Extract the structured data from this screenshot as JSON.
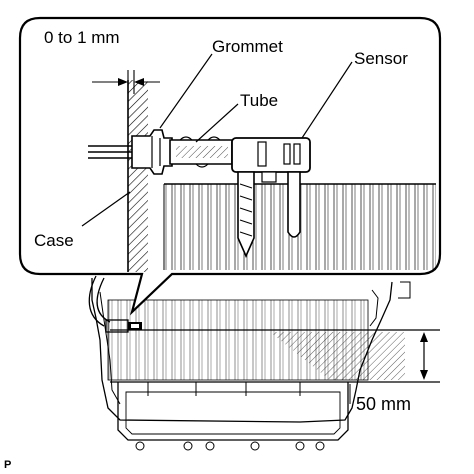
{
  "labels": {
    "clearance": "0 to 1 mm",
    "grommet": "Grommet",
    "tube": "Tube",
    "sensor": "Sensor",
    "case": "Case",
    "height": "50 mm",
    "corner_mark": "P"
  }
}
